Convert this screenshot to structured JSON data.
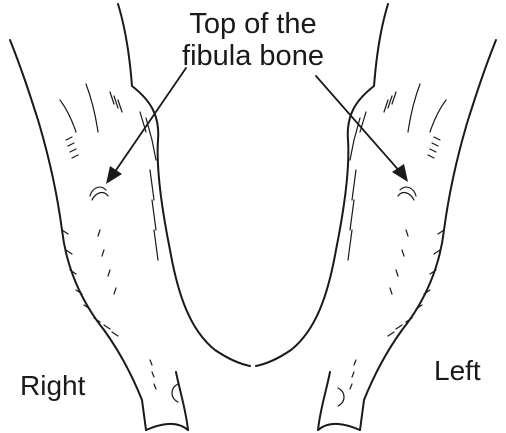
{
  "annotation": {
    "line1": "Top of the",
    "line2": "fibula bone"
  },
  "legs": {
    "right_label": "Right",
    "left_label": "Left"
  },
  "colors": {
    "ink": "#1a1a1a",
    "background": "#ffffff"
  }
}
